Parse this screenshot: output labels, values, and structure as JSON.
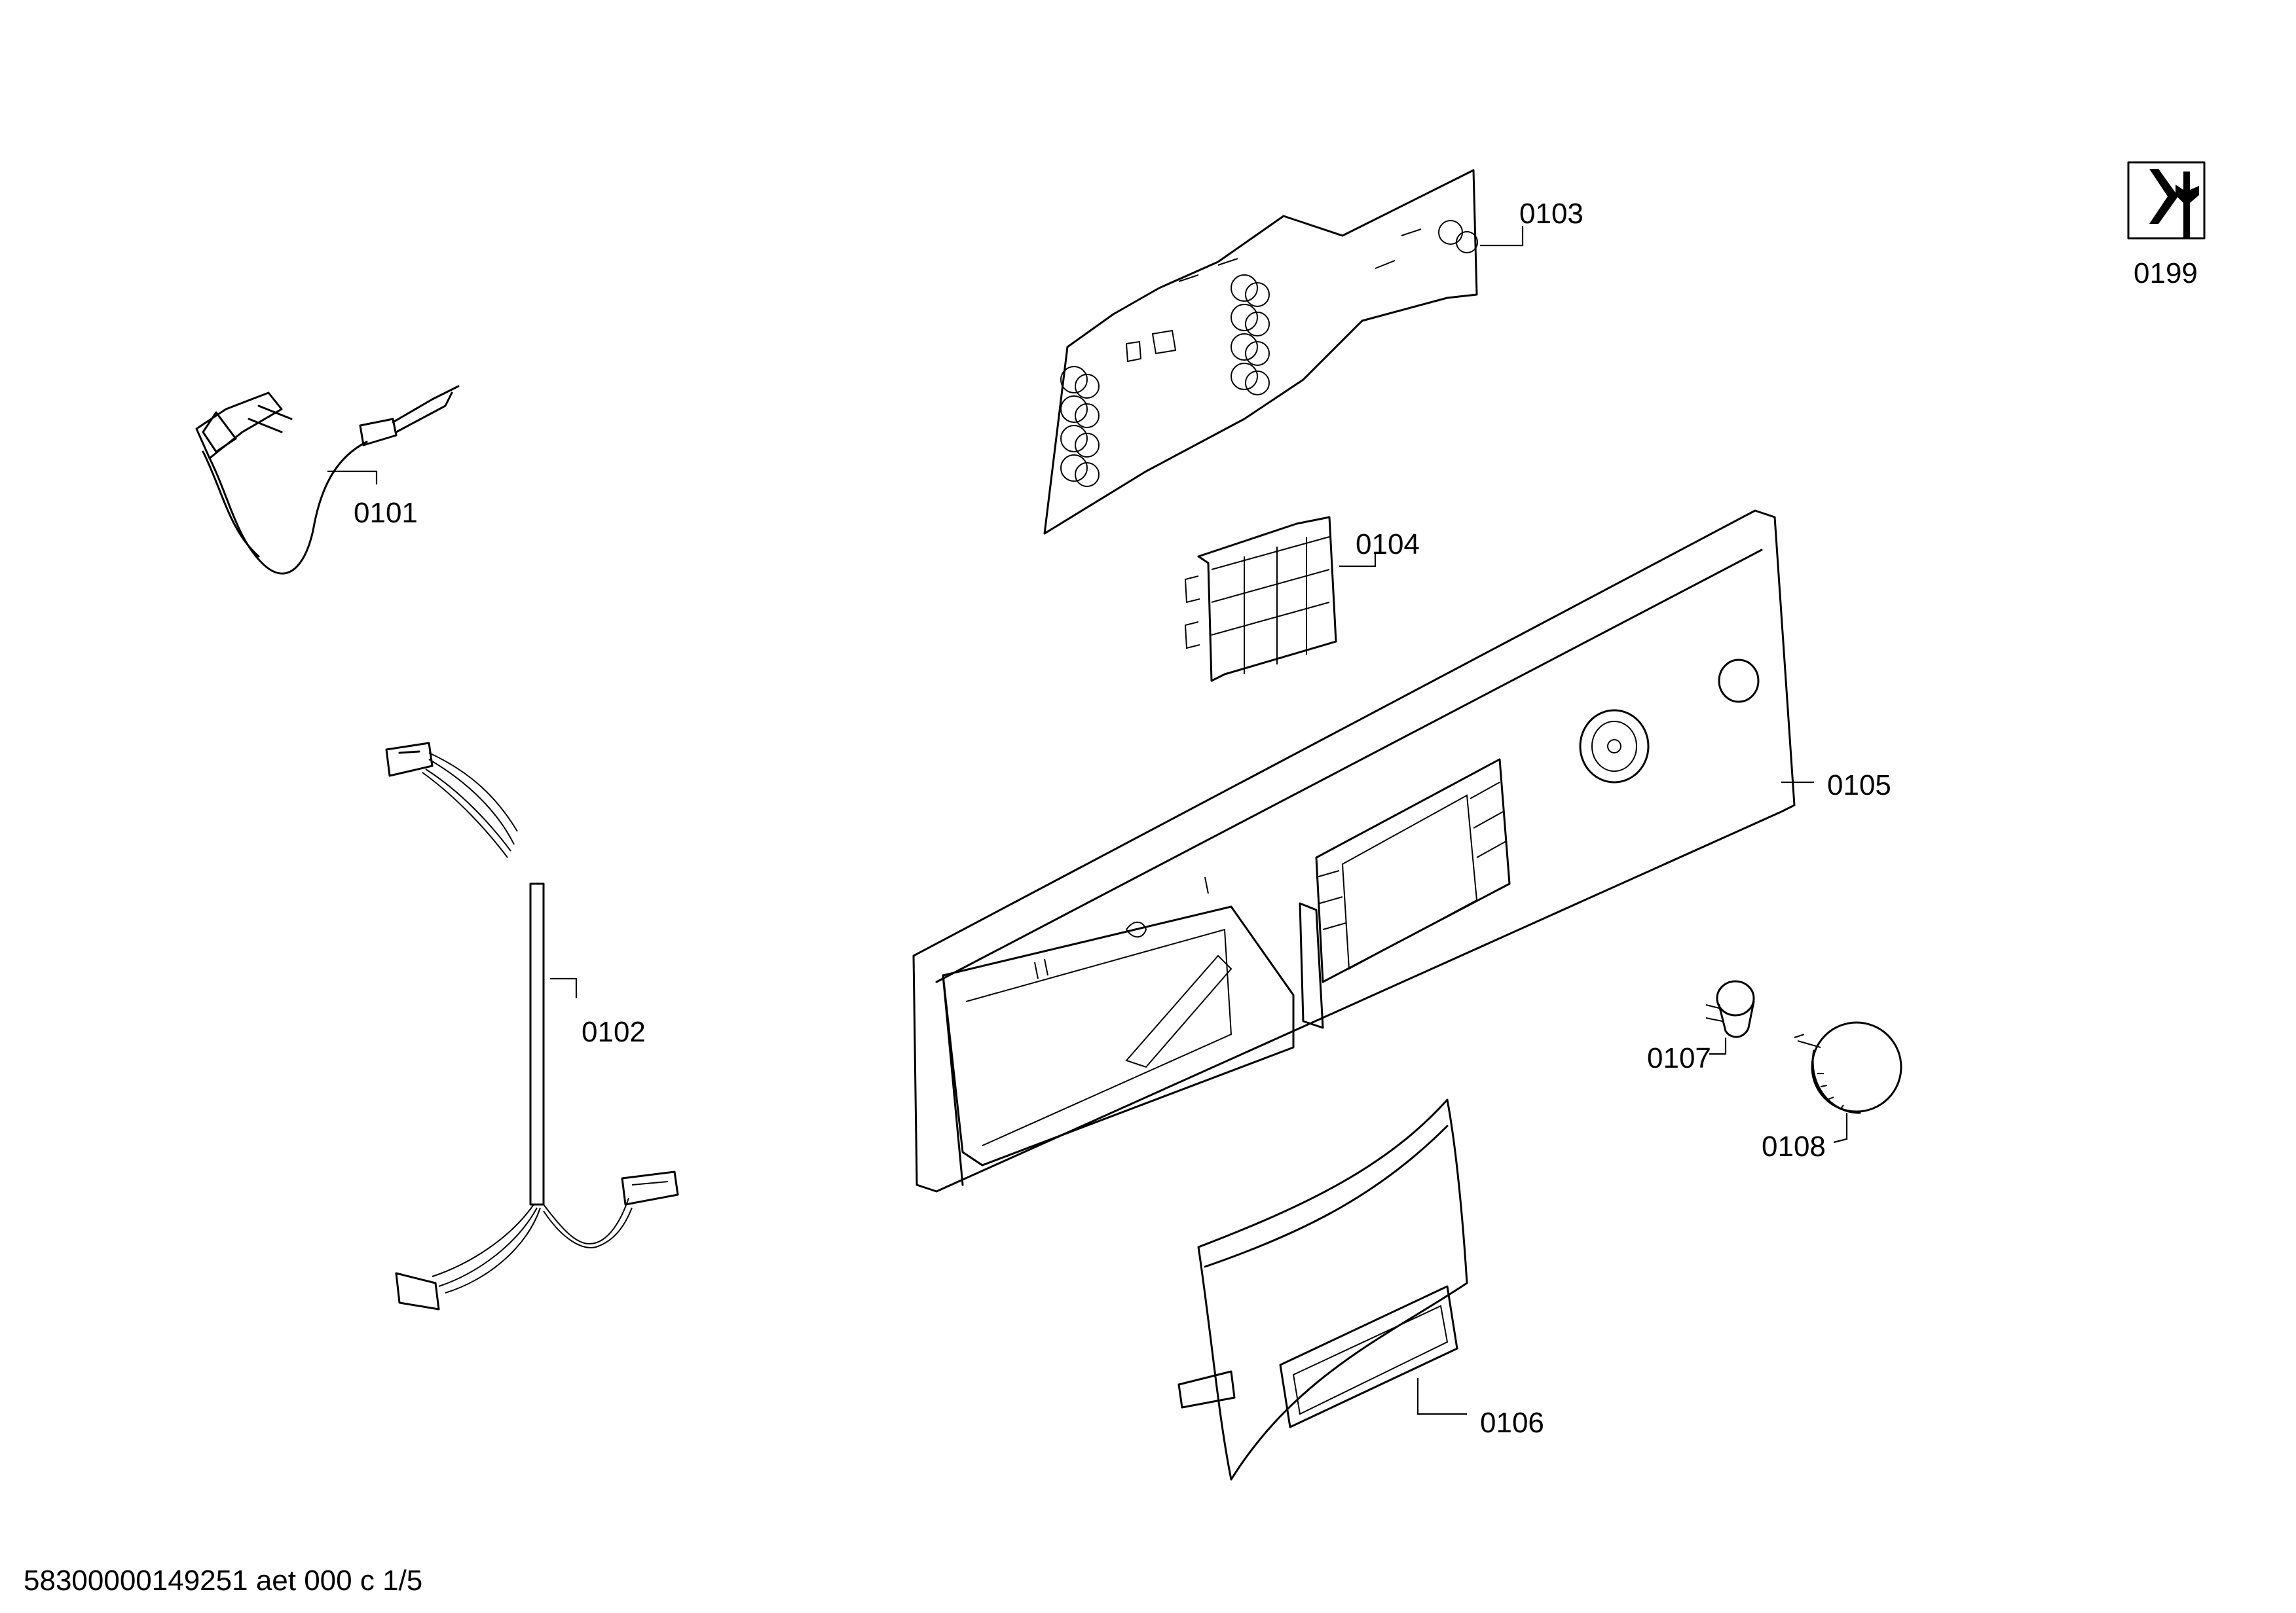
{
  "parts": [
    {
      "id": "cord",
      "label": "0101"
    },
    {
      "id": "harness",
      "label": "0102"
    },
    {
      "id": "board",
      "label": "0103"
    },
    {
      "id": "connector",
      "label": "0104"
    },
    {
      "id": "panel",
      "label": "0105"
    },
    {
      "id": "handle",
      "label": "0106"
    },
    {
      "id": "button",
      "label": "0107"
    },
    {
      "id": "knob",
      "label": "0108"
    },
    {
      "id": "service-icon",
      "label": "0199"
    }
  ],
  "footer": {
    "doc_id": "58300000149251 aet 000 c 1/5"
  },
  "icons": [
    "service-tool-icon"
  ]
}
